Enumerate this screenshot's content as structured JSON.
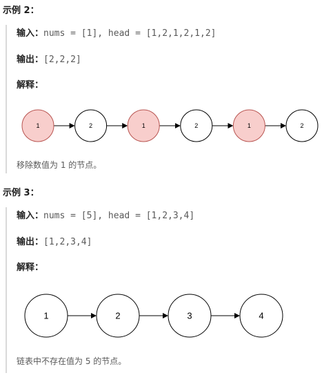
{
  "ex2": {
    "title": "示例 2：",
    "input_label": "输入：",
    "input_value": "nums = [1], head = [1,2,1,2,1,2]",
    "output_label": "输出：",
    "output_value": "[2,2,2]",
    "explain_label": "解释：",
    "nodes": [
      {
        "value": "1",
        "removed": true
      },
      {
        "value": "2",
        "removed": false
      },
      {
        "value": "1",
        "removed": true
      },
      {
        "value": "2",
        "removed": false
      },
      {
        "value": "1",
        "removed": true
      },
      {
        "value": "2",
        "removed": false
      }
    ],
    "note": "移除数值为 1 的节点。"
  },
  "ex3": {
    "title": "示例 3：",
    "input_label": "输入：",
    "input_value": "nums = [5], head = [1,2,3,4]",
    "output_label": "输出：",
    "output_value": "[1,2,3,4]",
    "explain_label": "解释：",
    "nodes": [
      {
        "value": "1",
        "removed": false
      },
      {
        "value": "2",
        "removed": false
      },
      {
        "value": "3",
        "removed": false
      },
      {
        "value": "4",
        "removed": false
      }
    ],
    "note": "链表中不存在值为 5 的节点。"
  },
  "colors": {
    "removed_fill": "#f8cecc",
    "removed_stroke": "#b85450",
    "node_stroke": "#000000",
    "node_fill": "#ffffff"
  }
}
